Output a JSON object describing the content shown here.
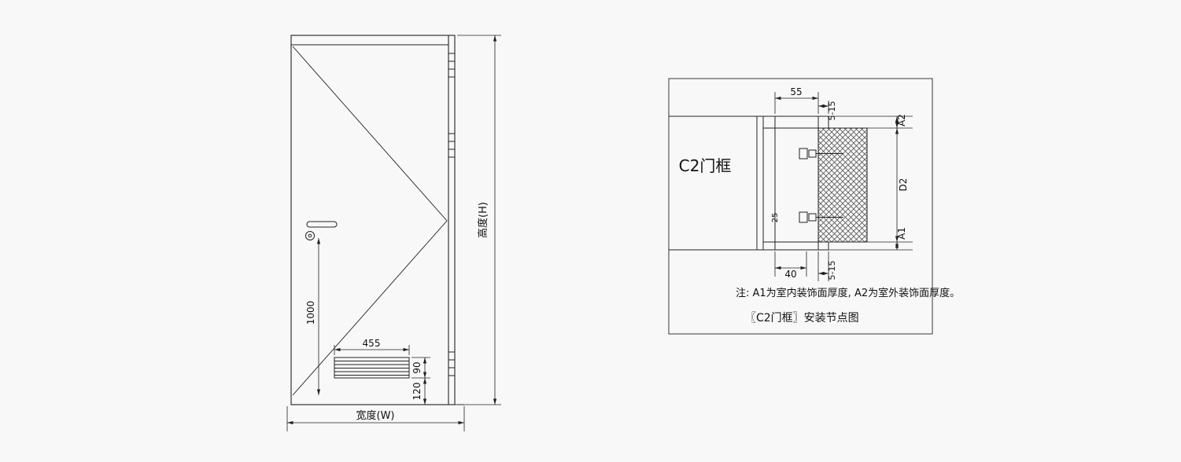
{
  "door_elevation": {
    "height_label": "高度(H)",
    "width_label": "宽度(W)",
    "dims": {
      "handle_to_floor": "1000",
      "louver_width": "455",
      "louver_height": "90",
      "louver_to_floor": "120"
    }
  },
  "frame_detail": {
    "frame_label": "C2门框",
    "dims": {
      "frame_depth": "55",
      "gap_top": "5-15",
      "gap_bottom": "5-15",
      "face_width": "40",
      "stop_width": "25",
      "finish_outer": "A2",
      "wall_thickness": "D2",
      "finish_inner": "A1"
    },
    "note": "注: A1为室内装饰面厚度, A2为室外装饰面厚度。",
    "caption": "〖C2门框〗安装节点图"
  }
}
